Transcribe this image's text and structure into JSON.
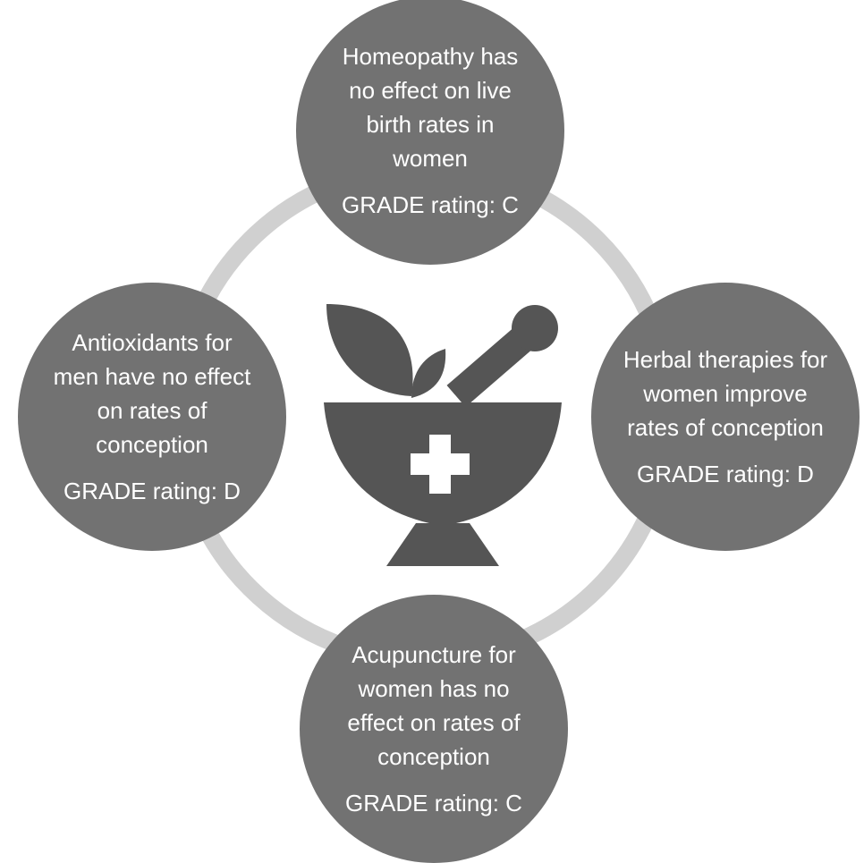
{
  "nodes": {
    "top": {
      "text": "Homeopathy has no effect on live birth rates in women",
      "rating": "GRADE rating: C"
    },
    "right": {
      "text": "Herbal therapies for women improve rates of conception",
      "rating": "GRADE rating: D"
    },
    "bottom": {
      "text": "Acupuncture for women has no effect on rates of conception",
      "rating": "GRADE rating: C"
    },
    "left": {
      "text": "Antioxidants for men have no effect on rates of conception",
      "rating": "GRADE rating: D"
    }
  },
  "center_icon": "mortar-pestle-herb-cross-icon",
  "colors": {
    "node_fill": "#727272",
    "ring": "#d0d0d0",
    "icon": "#555555",
    "text": "#ffffff"
  }
}
